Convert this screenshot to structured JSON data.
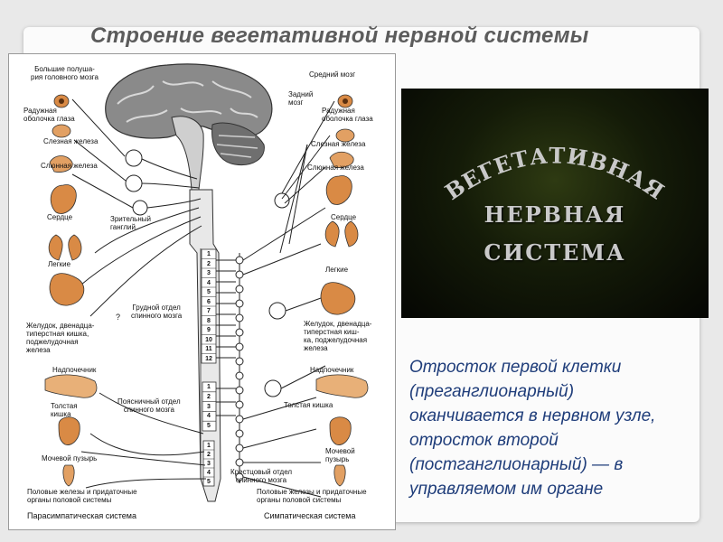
{
  "slide": {
    "title": "Строение вегетативной нервной системы"
  },
  "diagram": {
    "left_labels": {
      "cerebrum": "Большие полуша-\nрия головного мозга",
      "iris": "Радужная\nоболочка глаза",
      "lacrimal": "Слезная железа",
      "salivary": "Слюнная железа",
      "heart": "Сердце",
      "optic_ganglion": "Зрительный\nганглий",
      "lungs": "Легкие",
      "thoracic": "Грудной отдел\nспинного мозга",
      "stomach": "Желудок, двенадца-\nтиперстная кишка,\nподжелудочная\nжелеза",
      "adrenal": "Надпочечник",
      "lumbar": "Поясничный отдел\nспинного мозга",
      "colon": "Толстая\nкишка",
      "bladder": "Мочевой пузырь",
      "gonads": "Половые железы и придаточные\nорганы половой системы",
      "system": "Парасимпатическая система"
    },
    "right_labels": {
      "midbrain": "Средний мозг",
      "hindbrain": "Задний\nмозг",
      "iris": "Радужная\nоболочка глаза",
      "lacrimal": "Слезная железа",
      "salivary": "Слюнная железа",
      "heart": "Сердце",
      "lungs": "Легкие",
      "stomach": "Желудок, двенадца-\nтиперстная киш-\nка, поджелудочная\nжелеза",
      "adrenal": "Надпочечник",
      "colon": "Толстая кишка",
      "bladder": "Мочевой\nпузырь",
      "sacral": "Крестцовый отдел\nспинного мозга",
      "gonads": "Половые железы и придаточные\nорганы половой системы",
      "system": "Симпатическая система"
    },
    "question_mark": "?",
    "thoracic_segments": [
      "1",
      "2",
      "3",
      "4",
      "5",
      "6",
      "7",
      "8",
      "9",
      "10",
      "11",
      "12"
    ],
    "lumbar_segments": [
      "1",
      "2",
      "3",
      "4",
      "5"
    ],
    "sacral_segments": [
      "1",
      "2",
      "3",
      "4",
      "5"
    ],
    "colors": {
      "organ": "#d98a45",
      "organ_dark": "#a8582a",
      "brain": "#6d6d6d",
      "nerve": "#222222"
    }
  },
  "video": {
    "arc_text": "ВЕГЕТАТИВНАЯ",
    "line2": "НЕРВНАЯ",
    "line3": "СИСТЕМА"
  },
  "caption": {
    "lines": [
      "Отросток первой клетки",
      "(преганглионарный)",
      "оканчивается в нервном узле,",
      "отросток второй",
      "(постганглионарный) — в",
      "управляемом им органе"
    ]
  }
}
